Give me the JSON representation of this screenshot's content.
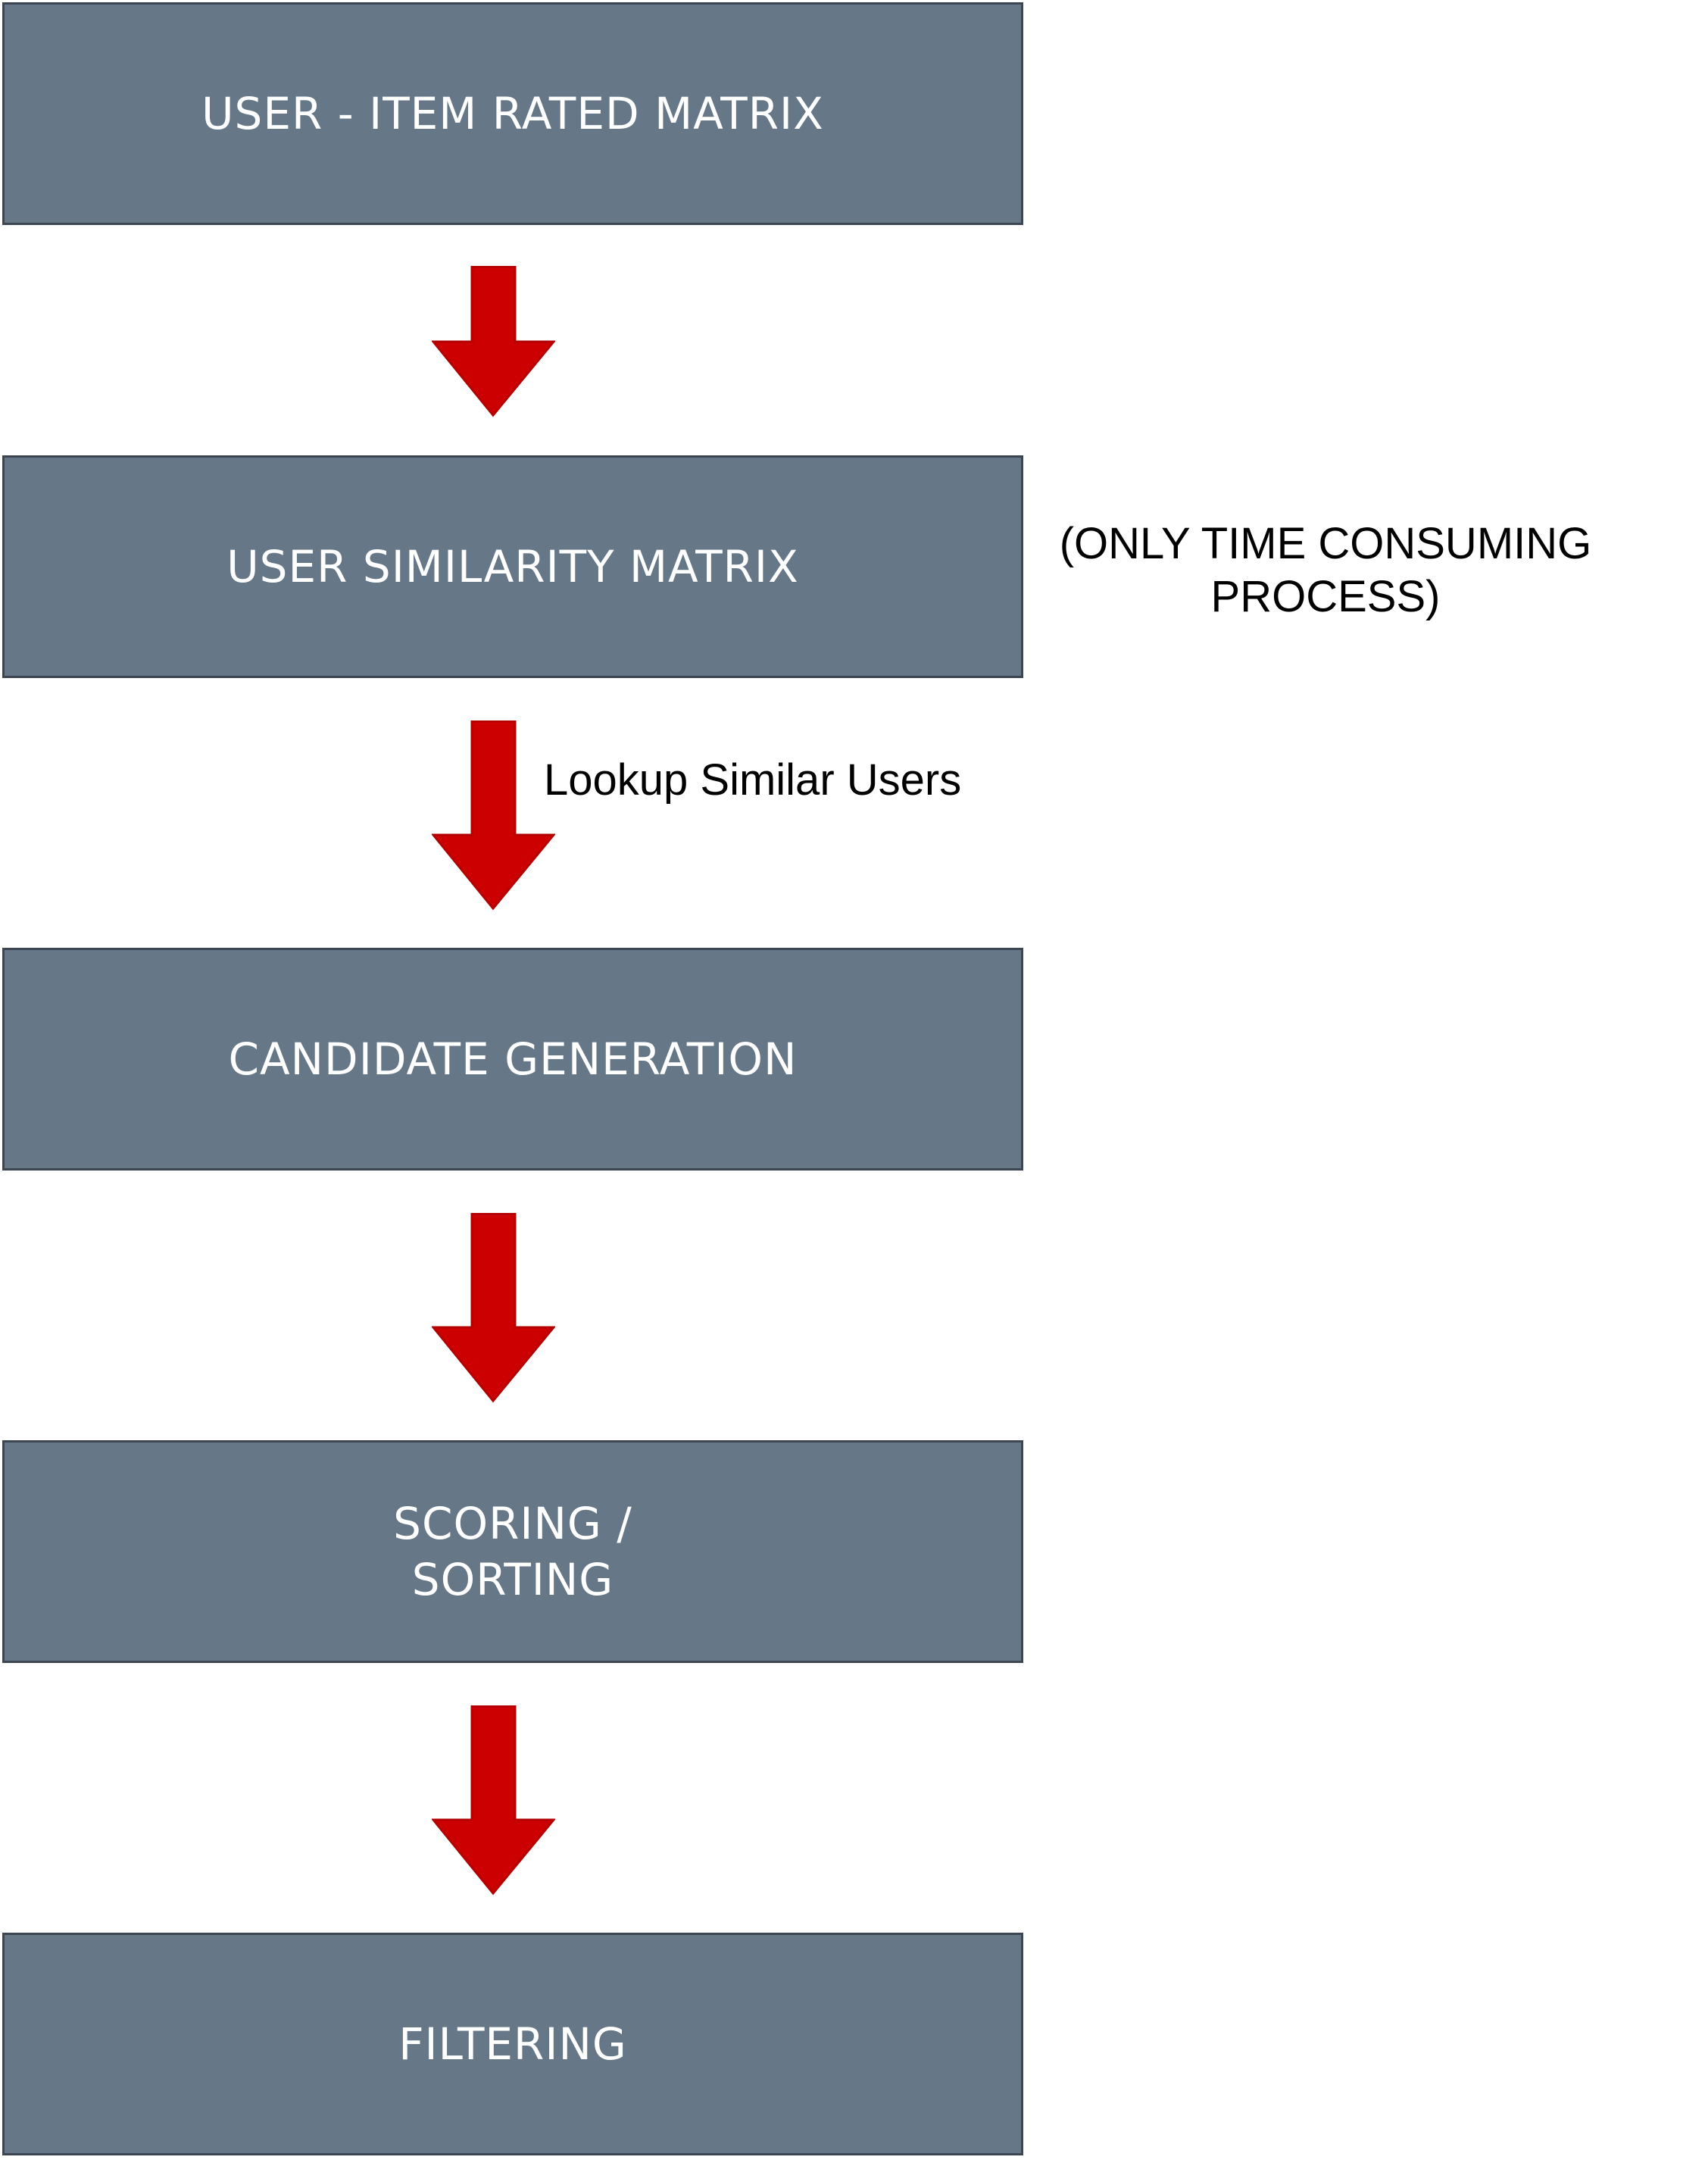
{
  "diagram": {
    "steps": [
      {
        "label": "USER - ITEM RATED MATRIX"
      },
      {
        "label": "USER SIMILARITY MATRIX"
      },
      {
        "label": "CANDIDATE GENERATION"
      },
      {
        "label": "SCORING /\nSORTING"
      },
      {
        "label": "FILTERING"
      }
    ],
    "annotations": {
      "time_note": "(ONLY TIME CONSUMING\nPROCESS)",
      "lookup_note": "Lookup Similar Users"
    },
    "colors": {
      "box_fill": "#667788",
      "box_border": "#3b4652",
      "arrow_fill": "#cc0000",
      "arrow_stroke": "#b30000",
      "box_text": "#ffffff"
    }
  }
}
